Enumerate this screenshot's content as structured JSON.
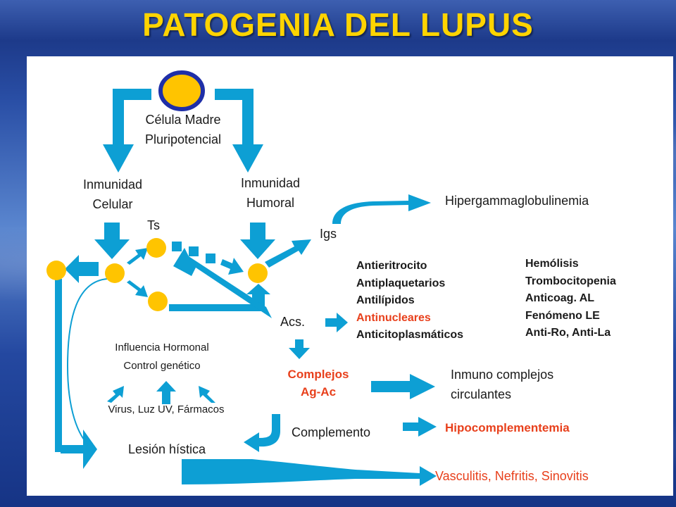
{
  "title": "PATOGENIA DEL LUPUS",
  "colors": {
    "arrow": "#0d9fd4",
    "cell": "#ffc400",
    "cell_ring": "#1f2fa8",
    "title": "#ffd400",
    "highlight": "#e8401c"
  },
  "nodes": {
    "stem_cell": {
      "line1": "Célula Madre",
      "line2": "Pluripotencial"
    },
    "cellular": {
      "line1": "Inmunidad",
      "line2": "Celular"
    },
    "humoral": {
      "line1": "Inmunidad",
      "line2": "Humoral"
    },
    "ts": "Ts",
    "igs": "Igs",
    "hyper": "Hipergammaglobulinemia",
    "acs": "Acs.",
    "antibodies": [
      "Antieritrocito",
      "Antiplaquetarios",
      "Antilípidos",
      "Antinucleares",
      "Anticitoplasmáticos"
    ],
    "effects": [
      "Hemólisis",
      "Trombocitopenia",
      "Anticoag. AL",
      "Fenómeno LE",
      "Anti-Ro, Anti-La"
    ],
    "hormonal": "Influencia Hormonal",
    "genetic": "Control genético",
    "triggers": "Virus, Luz UV, Fármacos",
    "complexes": {
      "line1": "Complejos",
      "line2": "Ag-Ac"
    },
    "circulating": {
      "line1": "Inmuno complejos",
      "line2": "circulantes"
    },
    "complement": "Complemento",
    "hypocomp": "Hipocomplementemia",
    "lesion": "Lesión hística",
    "vasculitis": "Vasculitis, Nefritis, Sinovitis"
  }
}
